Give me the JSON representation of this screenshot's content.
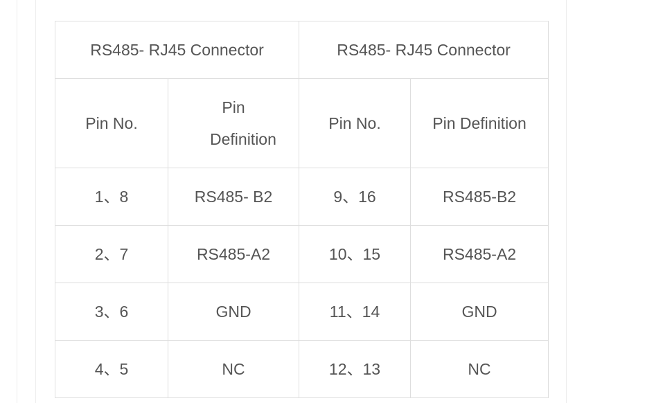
{
  "table": {
    "group_headers": [
      "RS485- RJ45 Connector",
      "RS485- RJ45 Connector"
    ],
    "column_headers": [
      "Pin No.",
      "Pin Definition",
      "Pin No.",
      "Pin Definition"
    ],
    "rows": [
      [
        "1、8",
        "RS485- B2",
        "9、16",
        "RS485-B2"
      ],
      [
        "2、7",
        "RS485-A2",
        "10、15",
        "RS485-A2"
      ],
      [
        "3、6",
        "GND",
        "11、14",
        "GND"
      ],
      [
        "4、5",
        "NC",
        "12、13",
        "NC"
      ]
    ]
  }
}
